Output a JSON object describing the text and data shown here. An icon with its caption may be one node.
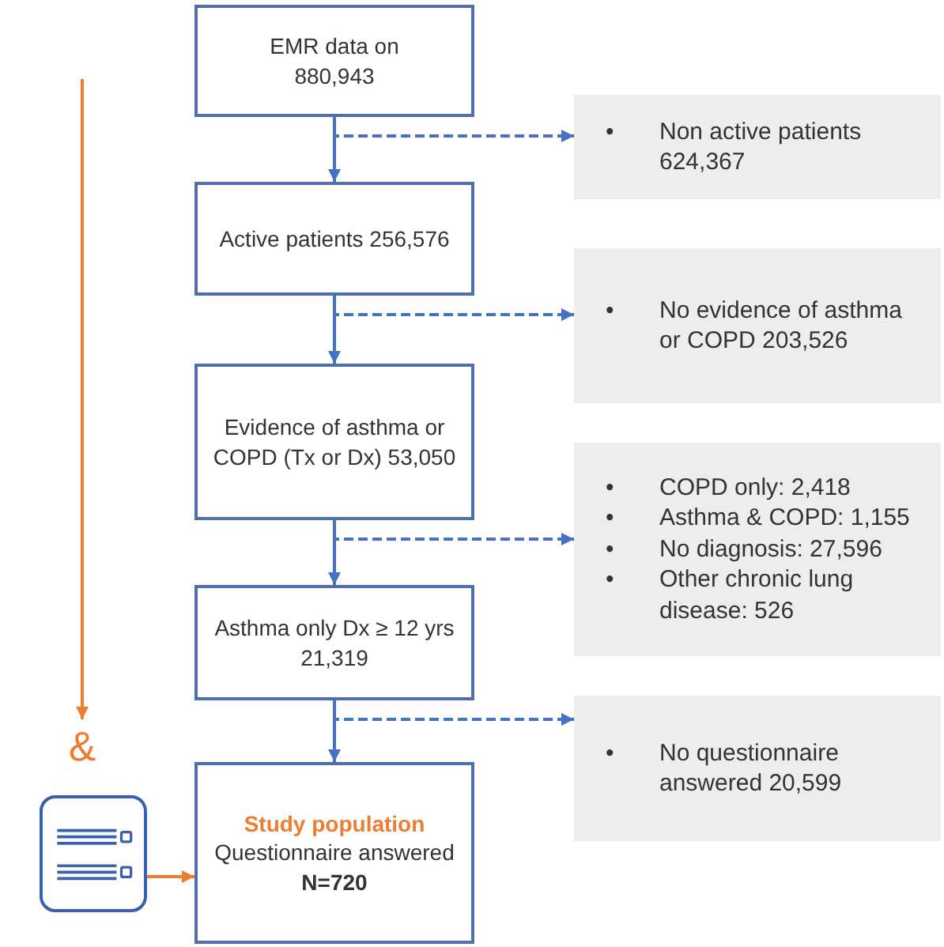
{
  "diagram": {
    "nodes": [
      {
        "text": [
          "EMR data on 880,943"
        ]
      },
      {
        "text": [
          "• Non active patients 624,367"
        ]
      },
      {
        "text": [
          "Active patients 256,576"
        ]
      },
      {
        "text": [
          "• No evidence of asthma or COPD 203,526"
        ]
      },
      {
        "text": [
          "Evidence of asthma or COPD (Tx or Dx) 53,050"
        ]
      },
      {
        "text": [
          "• COPD only: 2,418",
          "• Asthma & COPD: 1,155",
          "• No diagnosis: 27,596",
          "• Other chronic lung disease: 526"
        ]
      },
      {
        "text": [
          "Asthma only Dx ≥ 12 yrs 21,319"
        ]
      },
      {
        "text": [
          "• No questionnaire answered 20,599"
        ]
      },
      {
        "text": [
          "&"
        ]
      },
      {
        "text": [],
        "shape": "box"
      },
      {
        "text": [
          "Study population",
          "Questionnaire answered",
          "N=720"
        ]
      }
    ],
    "edges": [
      {
        "from": 0,
        "to": 2,
        "arrow": "to"
      },
      {
        "from": 0,
        "to": 1,
        "arrow": "to",
        "style": "dashed"
      },
      {
        "from": 2,
        "to": 4,
        "arrow": "to"
      },
      {
        "from": 2,
        "to": 3,
        "arrow": "to",
        "style": "dashed"
      },
      {
        "from": 4,
        "to": 6,
        "arrow": "to"
      },
      {
        "from": 4,
        "to": 5,
        "arrow": "to",
        "style": "dashed"
      },
      {
        "from": 6,
        "to": 10,
        "arrow": "to"
      },
      {
        "from": 6,
        "to": 7,
        "arrow": "to",
        "style": "dashed"
      },
      {
        "from": null,
        "to": 8,
        "arrow": "to",
        "color": "#ed7d31"
      },
      {
        "from": 9,
        "to": 10,
        "arrow": "to",
        "color": "#ed7d31"
      }
    ]
  }
}
